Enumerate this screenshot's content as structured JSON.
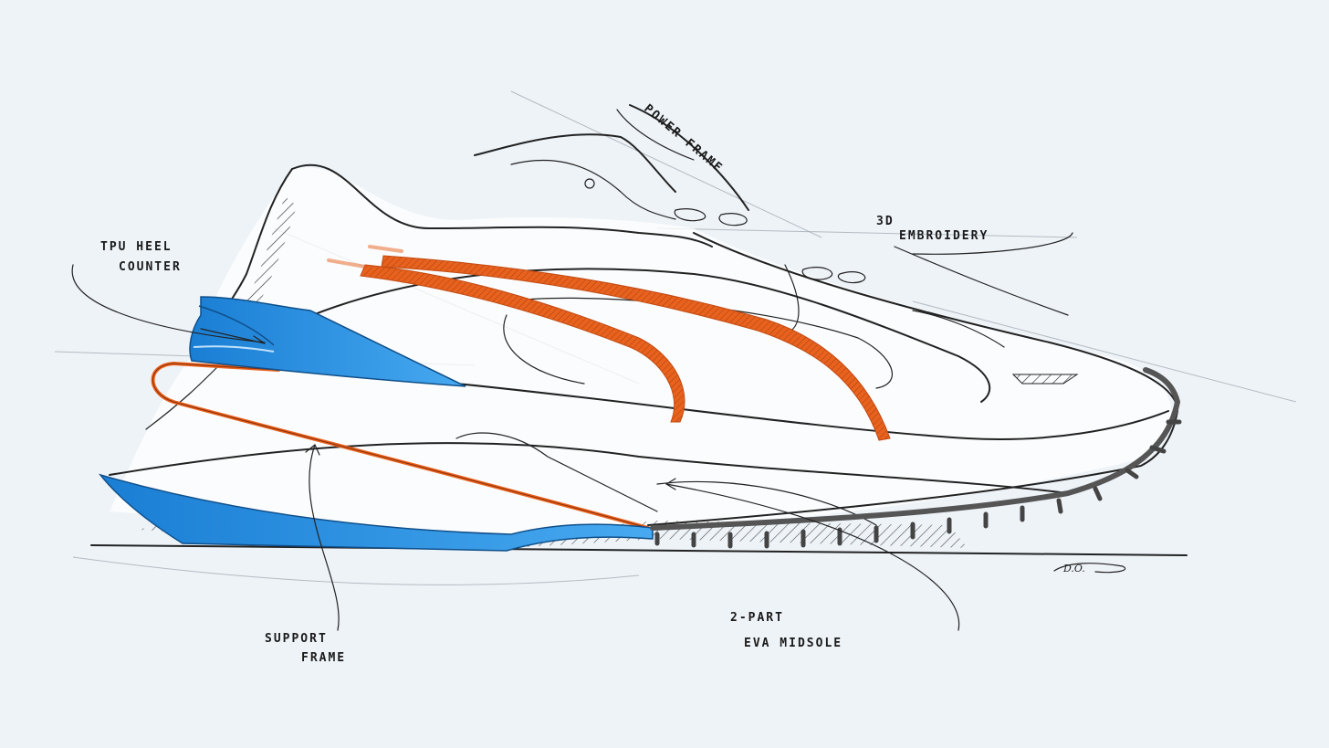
{
  "annotations": {
    "tpu_heel_counter": [
      "TPU HEEL",
      "COUNTER"
    ],
    "power_frame": "POWER FRAME",
    "embroidery": [
      "3D",
      "EMBROIDERY"
    ],
    "support_frame": [
      "SUPPORT",
      "FRAME"
    ],
    "midsole": [
      "2-PART",
      "EVA MIDSOLE"
    ]
  },
  "signature": "D.O.",
  "colors": {
    "background": "#eef3f8",
    "accent_orange": "#e8621e",
    "accent_blue": "#1e8ae0",
    "ink": "#222222",
    "outsole": "#555555"
  }
}
